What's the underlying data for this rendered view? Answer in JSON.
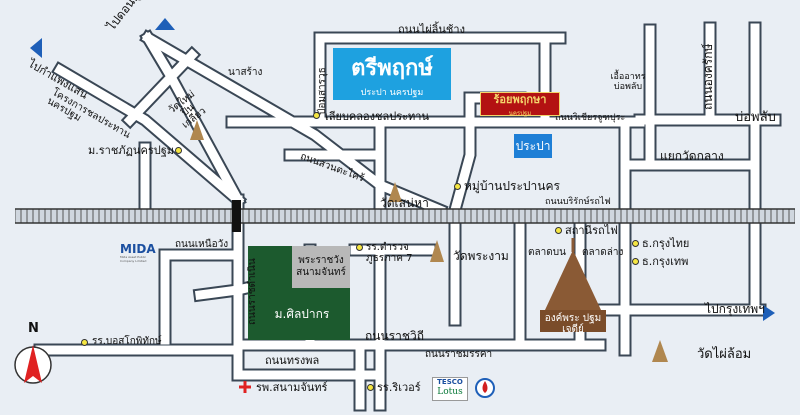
{
  "roads": {
    "thanon_phai_lin_chang": "ถนนไผ่ลิ้นช้าง",
    "pai_don_tum": "ไปดอนตูม",
    "pai_kamphaeng_saen": "ไปกำแพงแสน",
    "na_srang": "นาสร้าง",
    "pom_sarawut": "ป้อมสารวุธ",
    "liab_khlong_chonprathan": "เลียบคลองชลประทาน",
    "chonprathan_project": "โครงการชลประทาน นครปฐม",
    "thanon_suan_tako": "ถนนสวนตะไคร้",
    "thanon_wichianchonlaburi": "ถนนวิเชียรจูฑปุระ",
    "ongkarak_road": "ถนนองครักษ์",
    "bo_phlap": "บ่อพลับ",
    "yaek_wat_klang": "แยกวัดกลาง",
    "thanon_borrirak_rotfai": "ถนนบริรักษ์รถไฟ",
    "thanon_nuea_wang": "ถนนเหนือวัง",
    "thanon_rachadamnoen": "ถนนราชดำเนิน",
    "thanon_ratchawithi": "ถนนราชวิถี",
    "thanon_songphon": "ถนนทรงพล",
    "thanon_ratchamanka": "ถนนราชมรรคา",
    "pai_krungthep": "ไปกรุงเทพฯ"
  },
  "places": {
    "triphruk_title": "ตรีพฤกษ์",
    "triphruk_sub": "ประปา นครปฐม",
    "roiphruk_title": "ร้อยพฤกษา",
    "roiphruk_sub": "นครปฐม",
    "prapa": "ประปา",
    "cheuaarthon": "เอื้ออาทร บ่อพลับ",
    "wat_mai_pin_klao": "วัดใหม่ ปิ่นเกลียว",
    "mor_ratchaphat": "ม.ราชภัฏนครปฐม",
    "wat_sen_ha": "วัดเสน่หา",
    "mu_ban_prapa": "หมู่บ้านประปานคร",
    "sathani_rotfai": "สถานีรถไฟ",
    "rr_tamruat": "รร.ตำรวจ ภูธรภาค 7",
    "wat_phra_ngam": "วัดพระงาม",
    "talad_bon": "ตลาดบน",
    "talad_lang": "ตลาดล่าง",
    "bank_thai": "ธ.กรุงไทย",
    "bank_thep": "ธ.กรุงเทพ",
    "phra_ratchawang": "พระราชวัง สนามจันทร์",
    "silpakorn": "ม.ศิลปากร",
    "mida_logo": "MIDA",
    "mida_sub": "Mida Asset Public Company Limited",
    "rr_boss": "รร.บอสโกพิทักษ์",
    "rr_riverside": "รร.ริเวอร์",
    "hospital": "รพ.สนามจันทร์",
    "phra_pathom_chedi": "องค์พระ ปฐมเจดีย์",
    "wat_phai_lom": "วัดไผ่ล้อม",
    "tesco_top": "TESCO",
    "tesco_bottom": "Lotus",
    "north": "N"
  },
  "colors": {
    "road": "#ffffff",
    "road_edge": "#3a4755",
    "background": "#e9eef4",
    "green_block": "#1c5a2e",
    "gray_block": "#b8b8b8",
    "triphruk_bg": "#1ea1e0",
    "roiphruk_bg": "#b31212",
    "roiphruk_text": "#f4d56b",
    "prapa_bg": "#1e7fd6",
    "chedi": "#8a5a35",
    "north_arrow": "#e02222"
  }
}
